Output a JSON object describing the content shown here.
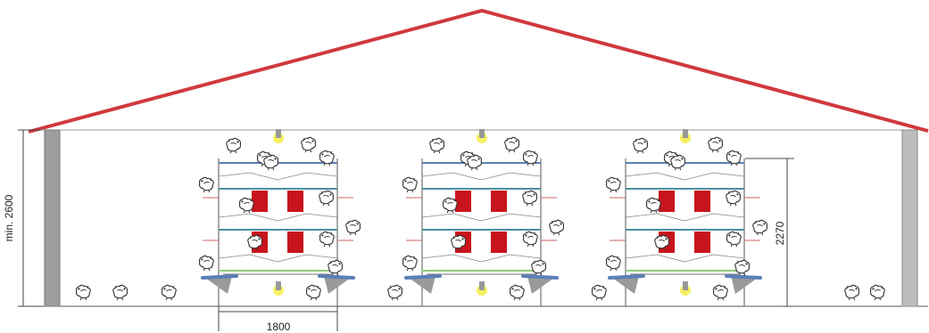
{
  "dimensions": {
    "height_label": "min. 2600",
    "width_label": "1800",
    "system_height_label": "2270"
  },
  "colors": {
    "roof": "#d0393e",
    "wall": "#9e9e9e",
    "nest": "#c8141c",
    "perch": "#4a8fa0",
    "lamp": "#f4ec3a",
    "tray": "#5b7fb8",
    "litter_line": "#8fce7a",
    "outline": "#555555"
  },
  "icons": {
    "hen": "hen-icon",
    "lamp": "lamp-icon",
    "nest": "nest-box-icon"
  },
  "layout_description": "barn-cross-section-with-three-aviary-units"
}
